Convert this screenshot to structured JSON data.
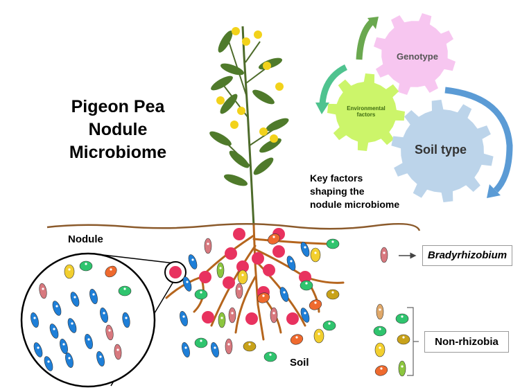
{
  "title": {
    "lines": [
      "Pigeon Pea",
      "Nodule",
      "Microbiome"
    ]
  },
  "factors": {
    "heading_lines": [
      "Key factors",
      "shaping the",
      "nodule microbiome"
    ],
    "gears": [
      {
        "label": "Genotype",
        "color": "#f7c6f0"
      },
      {
        "label_lines": [
          "Environmental",
          "factors"
        ],
        "color": "#ccf56a"
      },
      {
        "label": "Soil type",
        "color": "#bcd4ea"
      }
    ],
    "arrow_colors": [
      "#6aa84f",
      "#4fc38f",
      "#5b9bd5"
    ]
  },
  "labels": {
    "nodule": "Nodule",
    "soil": "Soil"
  },
  "legend": {
    "bradyrhizobium": "Bradyrhizobium",
    "non_rhizobia": "Non-rhizobia"
  },
  "colors": {
    "soil_line": "#8b5a2b",
    "root": "#b5651d",
    "nodule": "#e8325f",
    "bradyrhizobium_blue": "#1e7fd8"
  }
}
